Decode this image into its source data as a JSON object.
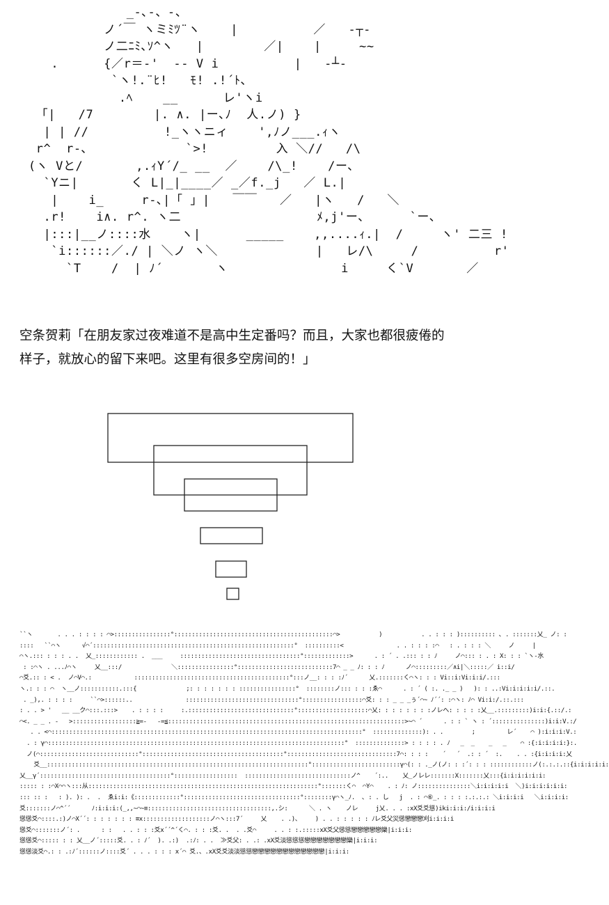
{
  "top_art": {
    "lines": [
      "              _-､-、-、",
      "           ノ´￣ ヽミﾐﾂ¨ヽ    |          ／   -┬-",
      "           ノ二ﾆﾐ､ｿ^ヽ   |        ／|    |     ~~",
      "    .      {／r＝-'  -- V i          |   -┴-",
      "            `ヽ!.¨ﾋ!   ﾓ! .!´ﾄ､",
      "             .ﾍ    __      レ'ヽi",
      "  「|   /7        |. ∧. |ー､ﾉ  人.ノ) }",
      "   | | //          !_ヽヽニィ    ',ﾉノ___.ｨヽ",
      "  r^  r-､             `>!         入 ＼//   /\\",
      " (ヽ Vと/       ,.ｨY´/_ __  ／    /\\_!    /ー､",
      "   `Yニ|       く L|_|____／ _／f._j   ／ L.|",
      "    |    i_     r-､|「 」|   ￣￣   ／   |ヽ   /   ＼",
      "   .r!    i∧. r^. ヽ二                  ﾒ,j'ー､      `ー､",
      "   |:::|__ノ::::水    ヽ|      _____    ,,....ｨ.|  /     ヽ' 二三 !",
      "    `i::::::／./ | ＼ノ ヽ＼             |   レ/\\     /          r'",
      "      `T    /  | ﾉ´       ヽ               i     く`V       ／"
    ]
  },
  "caption": {
    "line1": "空条贺莉「在朋友家过夜难道不是高中生定番吗？而且，大家也都很疲倦的",
    "line2": "样子，就放心的留下来吧。这里有很多空房间的！」"
  },
  "bottom_art": {
    "lines": [
      "``ヽ       . . . : : : : ⌒>::::::::::::::::°:::::::::::::::::::::::::::::::::::::::::::::⌒>           )           . . : : : ):::::::::: ､ . :::::::乂_ ノ: :",
      "::::   ``⌒ヽ      √⌒´:::::::::::::::::::::::::::::::::::::::::::::::::::::::::°  ::::::::::<               . . : : : :⌒   : . : : : ＼     ノ     |",
      "⌒ヽ.::: : : : . .  乂_:::::::::::: .  ___     ::::::::::::::::::::::::::::::::::°:::::::::::::>      . : ´ . .::: : : ﾉ     ノ⌒::: : . : X: : : `ヽ-水",
      " : :⌒ヽ . ...ﾉ⌒ヽ     乂__:::/              ＼::::::::::::::::°:::::::::::::::::::::::::::7⌒ _ _ ﾉ: : : ﾉ      ノ⌒:::::::::／∧i|＼:::::／ i::i/",
      "⌒爻.:: : < .  ノ⌒V⌒.:            ::::::::::::::::::::::::::::::::::::::::::::°:::ノ__: : : :ﾉ´      乂.:::::::く⌒ヽ: : : Vi::i:Vi:i:i/.:::",
      "ヽ.: : : ⌒  ヽ__ノ:::::::::::.:::{              ;: : : : : : : ::::::::::::::::°  ::::::::ノ::: : : :ゑ⌒      . : ´ ( :. ._ _ )   ): : ..:Vi:i:i:i:i/.::.",
      " . _),. : : : :     ``⌒>::::::..               ::::::::::::::::::::::::::::::::°:::::::::::::::::⌒爻: : : _ _ _ぅ´⌒~ ﾉ´´: :⌒ヽ: ﾉ⌒ Vi:i:/.::.:::",
      ": . . > '   __ __ク⌒:::.:::>    . : : : :     :.::::::::::::::::::::::::::::::°::::::::::::::::::::⌒乂: : : : : : : :ノレへ: : : : :乂__.:::::::::)i:i:{.::/.:",
      "⌒<. _ _ . ‐   >::::::::::::::::::≧=-   -=≦:::::::::::::::::::::::::::::::::::::::::::::::::::::::::::::::::::>~⌒ ´      . : : ` ヽ : ´:::::::::::::::)i:i:V.:/",
      "   . . <⌒::::::::::::::::::::::::::::::::::::::::::::::::::::::::::::::::::::::::::::::::::::::::°  ::::::::::::::): . .        ;         レ´    ⌒ ):i:i:i:V.:",
      "  . : γ⌒::::::::::::::::::::::::::::::::::::::::::::::::::::::::::::::::::::::::::::::::::::°  ::::::::::::::> : : : : . ﾉ   _  _    _   _    ⌒ :{:i:i:i:i:}:.",
      "  ノ(⌒::::::::::::::::::::::::::::°::::::::::::::::::::::::::::::::::::::::°:::::::::::::::::::::::::::::::7⌒: : : :    ´   ´  .: : ´  :.    . . :{i:i:i:i:乂",
      "    爻__::::::::::::::::::::::::::::::::::::::::::::::::::::::::::::::::::::::::::°:::::::::::::::::::::::::γ⌒(: : ._ノ(ノ: : :´: : : ::::::::::::ノ(:.:.:.::{i:i:i:i:i:i:",
      "乂__γ´:::::::::::::::::::::::::::::::::::::°::::::::::::::::::  ::::::::::::::::::::::::::::::ノ^    ´:..    乂_ノレレ:::::::X:::::::乂:::{i:i:i:i:i:i:",
      "::::: : :⌒X⌒⌒ヽ:::从:::::::::::::::::::::::::::::::::::::::::::::::::::::::::::::::::°:::::::く⌒  ⌒Y⌒    . : ﾉ: ノ:::::::::::::::＼i:i:i:i:i  ＼)i:i:i:i:i:i:",
      "::: :: :   : ). ): .  .  ゑi:i:《:::::::::::::°:::::::::::::::::::::::::::::::::°::::::::γ⌒ヽ_ﾉ.  ､ : . し   j  . : ⌒⑥_. : : : :.:.:.: ＼i:i:i:i   ＼i:i:i:i:",
      "爻:::::::ノ⌒^´´      ﾉ:i:i:i:(_,,~⌒~≡:::::::::::::::::::::::::::::::::::,.シ:      ＼ . ヽ    ノレ     j乂. . . :xX爻爻慫)iki:i:i:/i:i:i:i",
      "慫慫爻⌒::::.:)ノ⌒X´´: : : : : : : ≡x:::::::::::::::::::ノ⌒ヽ:::7´     乂    . .)、    ) . . : : : : : ﾉレ爻父災慫戀戀戀刈i:i:i:i",
      "慫爻⌒:::::::ノ´: .      : :   . . : : :爻x´´^´く⌒. : : :爻. .  . .爻⌒     . . : :.:::::xX爻父慫慫戀戀戀戀戀欒|i:i:i:",
      "慫慫爻⌒::::: : : 乂__ノ´:::::爻. . : ﾉ´  ). .:)  .:ﾉ: . .  ≫爻父: . .: .xX爻淡慫慫慫戀戀戀戀戀戀戀欒|i:i:i:",
      "慫慫淡爻⌒.: : .:ﾉ´::::::ノ::::爻´ . . . : : : x´⌒ 爻.、.xX爻爻淡淡慫慫戀戀戀戀戀戀戀戀戀戀戀戀|i:i:i:"
    ]
  }
}
